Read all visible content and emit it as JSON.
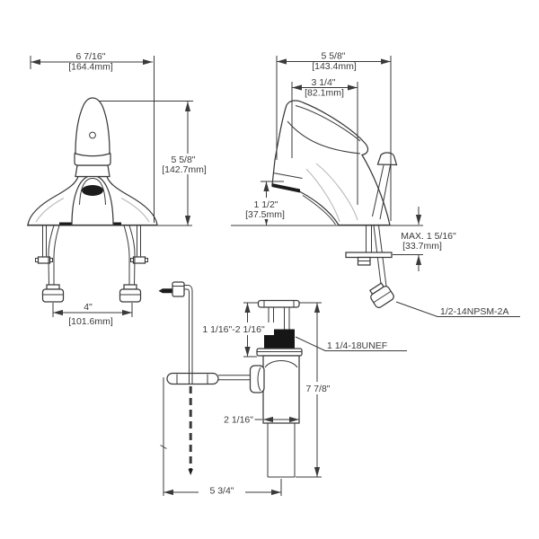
{
  "drawing": {
    "kind": "technical dimension drawing",
    "colors": {
      "background": "#ffffff",
      "line": "#3a3a3a",
      "solid_fill": "#1c1c1c",
      "shading": "#b8b8b8"
    }
  },
  "labels": {
    "front": {
      "width_in": "6 7/16\"",
      "width_mm": "[164.4mm]",
      "height_in": "5 5/8\"",
      "height_mm": "[142.7mm]",
      "spread_in": "4\"",
      "spread_mm": "[101.6mm]"
    },
    "side": {
      "width_in": "5 5/8\"",
      "width_mm": "[143.4mm]",
      "handle_in": "3 1/4\"",
      "handle_mm": "[82.1mm]",
      "spout_height_in": "1 1/2\"",
      "spout_height_mm": "[37.5mm]",
      "deck_max_in": "MAX. 1 5/16\"",
      "deck_max_mm": "[33.7mm]",
      "supply_thread": "1/2-14NPSM-2A"
    },
    "drain": {
      "stopper_range": "1 1/16\"-2 1/16\"",
      "thread": "1 1/4-18UNEF",
      "height": "7 7/8\"",
      "diameter": "2 1/16\"",
      "rod_offset": "5 3/4\""
    }
  }
}
